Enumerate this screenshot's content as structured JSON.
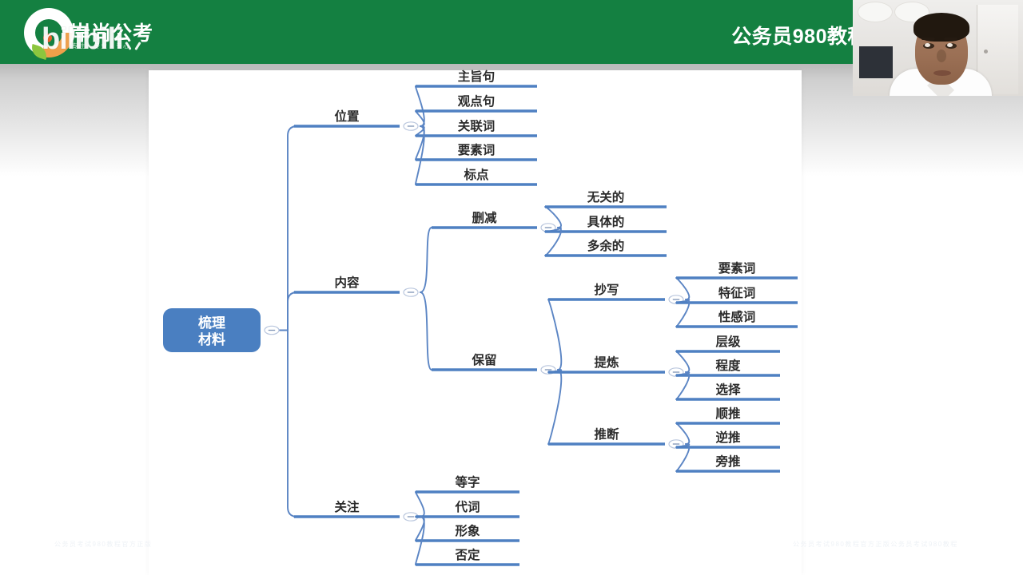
{
  "header": {
    "brand_name": "岸尚公考",
    "brand_tagline": "专注 · 专业 · 专心",
    "title": "公务员980教程官方账号",
    "bar_color": "#148041",
    "logo_icon": "circle-swoosh-logo"
  },
  "overlay": {
    "watermark": "bilibili",
    "webcam_label": "presenter-webcam"
  },
  "watermarks": {
    "bottom_left": "公务员考试980教程官方正版",
    "bottom_right": "公务员考试980教程官方正版公务员考试980教程"
  },
  "mindmap": {
    "root": {
      "label": "梳理材料",
      "fill": "#4a7fc1",
      "text_color": "#ffffff"
    },
    "toggle_icon": "collapse-minus-icon",
    "line_color": "#5b85c4",
    "underline_color": "#4f80c2",
    "branches": [
      {
        "label": "位置",
        "children": [
          {
            "label": "主旨句"
          },
          {
            "label": "观点句"
          },
          {
            "label": "关联词"
          },
          {
            "label": "要素词"
          },
          {
            "label": "标点"
          }
        ]
      },
      {
        "label": "内容",
        "children": [
          {
            "label": "删减",
            "children": [
              {
                "label": "无关的"
              },
              {
                "label": "具体的"
              },
              {
                "label": "多余的"
              }
            ]
          },
          {
            "label": "保留",
            "children": [
              {
                "label": "抄写",
                "children": [
                  {
                    "label": "要素词"
                  },
                  {
                    "label": "特征词"
                  },
                  {
                    "label": "性感词"
                  }
                ]
              },
              {
                "label": "提炼",
                "children": [
                  {
                    "label": "层级"
                  },
                  {
                    "label": "程度"
                  },
                  {
                    "label": "选择"
                  }
                ]
              },
              {
                "label": "推断",
                "children": [
                  {
                    "label": "顺推"
                  },
                  {
                    "label": "逆推"
                  },
                  {
                    "label": "旁推"
                  }
                ]
              }
            ]
          }
        ]
      },
      {
        "label": "关注",
        "children": [
          {
            "label": "等字"
          },
          {
            "label": "代词"
          },
          {
            "label": "形象"
          },
          {
            "label": "否定"
          }
        ]
      }
    ]
  }
}
